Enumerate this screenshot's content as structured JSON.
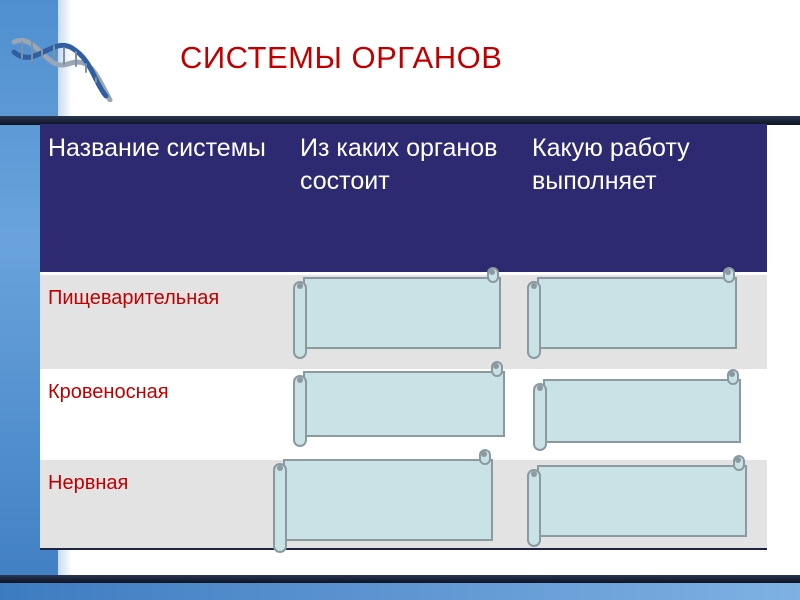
{
  "slide": {
    "title": "СИСТЕМЫ ОРГАНОВ"
  },
  "table": {
    "headers": [
      "Название системы",
      "Из каких органов состоит",
      "Какую работу выполняет"
    ],
    "rows": [
      {
        "label": "Пищеварительная"
      },
      {
        "label": "Кровеносная"
      },
      {
        "label": "Нервная"
      }
    ]
  },
  "colors": {
    "title": "#c00000",
    "header_bg": "#2e2a72",
    "row_label": "#c00000",
    "scroll_fill": "#c8e2e6",
    "scroll_stroke": "#8a9aa0"
  },
  "icons": {
    "logo": "dna-helix-icon",
    "placeholders": "scroll-shape"
  }
}
